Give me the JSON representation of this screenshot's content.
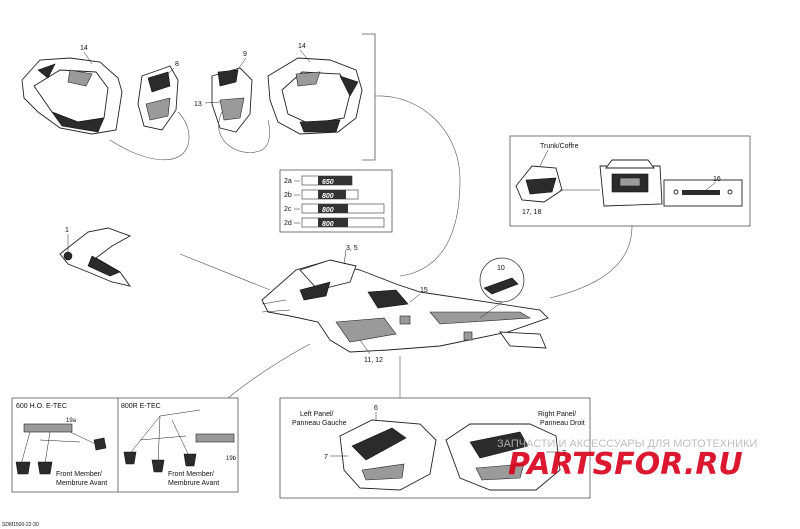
{
  "callouts": {
    "n14a": "14",
    "n8": "8",
    "n9": "9",
    "n14b": "14",
    "n13": "13",
    "n1": "1",
    "n35": "3, 5",
    "n15": "15",
    "n10": "10",
    "n1112": "11, 12",
    "n2a": "2a",
    "n2b": "2b",
    "n2c": "2c",
    "n2d": "2d",
    "n16": "16",
    "n1718": "17, 18",
    "n19a": "19a",
    "n19b": "19b",
    "n6": "6",
    "n7a": "7",
    "n7b": "7"
  },
  "decals": {
    "d2a": "650",
    "d2b": "800",
    "d2c": "800",
    "d2d": "800"
  },
  "trunk": {
    "label": "Trunk/Coffre"
  },
  "bottom_left": {
    "variant_a": "600 H.O. E-TEC",
    "variant_b": "800R E-TEC",
    "front_member_en_a": "Front Member/",
    "front_member_fr_a": "Membrure Avant",
    "front_member_en_b": "Front Member/",
    "front_member_fr_b": "Membrure Avant"
  },
  "panels": {
    "left_en": "Left Panel/",
    "left_fr": "Panneau Gauche",
    "right_en": "Right Panel/",
    "right_fr": "Panneau Droit"
  },
  "watermark": {
    "text": "ЗАПЧАСТИ И АКСЕССУАРЫ ДЛЯ МОТОТЕХНИКИ",
    "logo": "PARTSFOR.RU"
  },
  "figure_code": "SDM1500-22-30"
}
